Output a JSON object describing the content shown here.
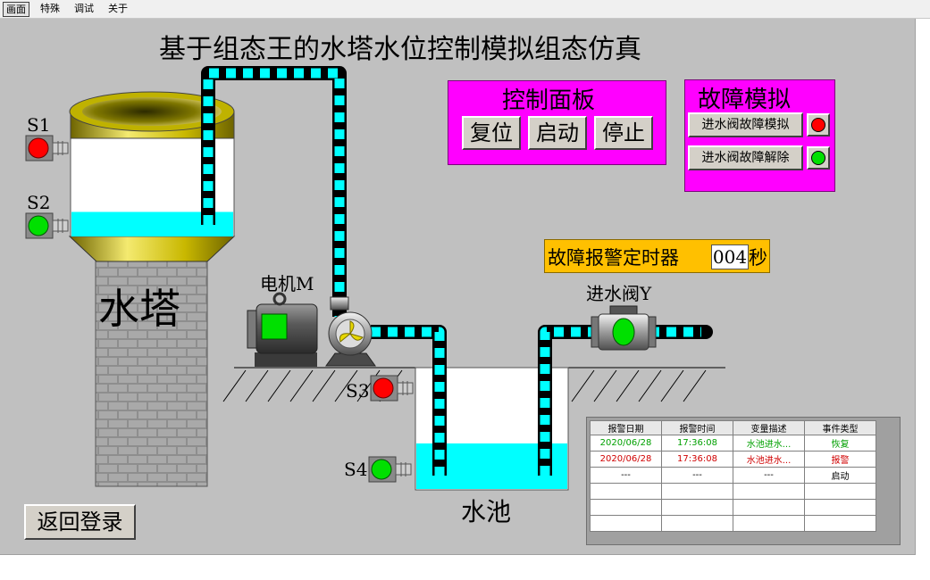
{
  "menu": {
    "items": [
      "画面",
      "特殊",
      "调试",
      "关于"
    ]
  },
  "title": "基于组态王的水塔水位控制模拟组态仿真",
  "control_panel": {
    "title": "控制面板",
    "buttons": [
      "复位",
      "启动",
      "停止"
    ]
  },
  "fault_panel": {
    "title": "故障模拟",
    "fault_button": "进水阀故障模拟",
    "clear_button": "进水阀故障解除"
  },
  "labels": {
    "tower": "水塔",
    "pool": "水池",
    "motor": "电机M",
    "valve": "进水阀Y",
    "s1": "S1",
    "s2": "S2",
    "s3": "S3",
    "s4": "S4"
  },
  "timer": {
    "label": "故障报警定时器",
    "value": "004",
    "unit": "秒"
  },
  "alarm_table": {
    "headers": [
      "报警日期",
      "报警时间",
      "变量描述",
      "事件类型"
    ],
    "rows": [
      [
        "2020/06/28",
        "17:36:08",
        "水池进水...",
        "恢复"
      ],
      [
        "2020/06/28",
        "17:36:08",
        "水池进水...",
        "报警"
      ],
      [
        "---",
        "---",
        "---",
        "启动"
      ],
      [
        "",
        "",
        "",
        ""
      ],
      [
        "",
        "",
        "",
        ""
      ],
      [
        "",
        "",
        "",
        ""
      ]
    ]
  },
  "back_button": "返回登录",
  "colors": {
    "background": "#c0c0c0",
    "panel": "#ff00ff",
    "water": "#00ffff",
    "pipe": "#00ffff",
    "timer": "#ffc000",
    "lamp_on": "#00ff00",
    "lamp_off": "#ff0000",
    "row_recover": "#00a000",
    "row_alarm": "#d00000"
  },
  "water_levels": {
    "tower": 0.25,
    "pool": 0.38
  }
}
